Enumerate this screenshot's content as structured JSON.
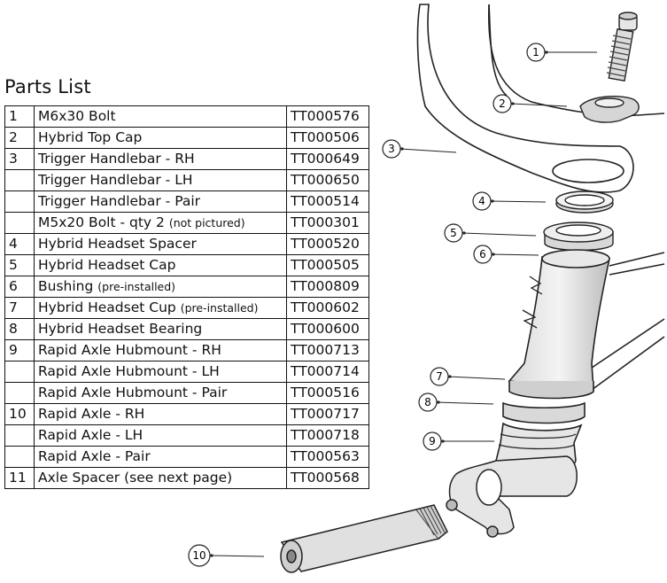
{
  "title": "Parts List",
  "parts": [
    {
      "num": "1",
      "name": "M6x30 Bolt",
      "note": "",
      "sku": "TT000576"
    },
    {
      "num": "2",
      "name": "Hybrid Top Cap",
      "note": "",
      "sku": "TT000506"
    },
    {
      "num": "3",
      "name": "Trigger Handlebar - RH",
      "note": "",
      "sku": "TT000649"
    },
    {
      "num": "",
      "name": "Trigger Handlebar - LH",
      "note": "",
      "sku": "TT000650"
    },
    {
      "num": "",
      "name": "Trigger Handlebar - Pair",
      "note": "",
      "sku": "TT000514"
    },
    {
      "num": "",
      "name": "M5x20 Bolt - qty 2",
      "note": "(not pictured)",
      "sku": "TT000301"
    },
    {
      "num": "4",
      "name": "Hybrid Headset Spacer",
      "note": "",
      "sku": "TT000520"
    },
    {
      "num": "5",
      "name": "Hybrid Headset Cap",
      "note": "",
      "sku": "TT000505"
    },
    {
      "num": "6",
      "name": "Bushing",
      "note": "(pre-installed)",
      "sku": "TT000809"
    },
    {
      "num": "7",
      "name": "Hybrid Headset Cup",
      "note": "(pre-installed)",
      "sku": "TT000602"
    },
    {
      "num": "8",
      "name": "Hybrid Headset Bearing",
      "note": "",
      "sku": "TT000600"
    },
    {
      "num": "9",
      "name": "Rapid Axle Hubmount - RH",
      "note": "",
      "sku": "TT000713"
    },
    {
      "num": "",
      "name": "Rapid Axle Hubmount - LH",
      "note": "",
      "sku": "TT000714"
    },
    {
      "num": "",
      "name": "Rapid Axle Hubmount - Pair",
      "note": "",
      "sku": "TT000516"
    },
    {
      "num": "10",
      "name": "Rapid Axle - RH",
      "note": "",
      "sku": "TT000717"
    },
    {
      "num": "",
      "name": "Rapid Axle - LH",
      "note": "",
      "sku": "TT000718"
    },
    {
      "num": "",
      "name": "Rapid Axle - Pair",
      "note": "",
      "sku": "TT000563"
    },
    {
      "num": "11",
      "name": "Axle Spacer (see next page)",
      "note": "",
      "sku": "TT000568"
    }
  ],
  "callouts": [
    "1",
    "2",
    "3",
    "4",
    "5",
    "6",
    "7",
    "8",
    "9",
    "10"
  ]
}
